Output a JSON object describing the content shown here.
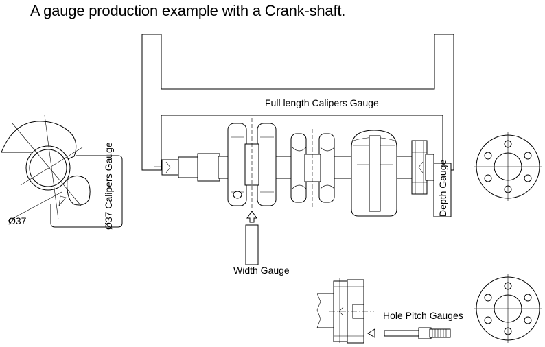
{
  "title": "A gauge production example with a Crank-shaft.",
  "labels": {
    "full_length": "Full length  Calipers Gauge",
    "calipers37": "Ø37 Calipers Gauge",
    "dia37": "Ø37",
    "depth": "Depth Gauge",
    "width": "Width Gauge",
    "hole_pitch": "Hole Pitch Gauges"
  }
}
